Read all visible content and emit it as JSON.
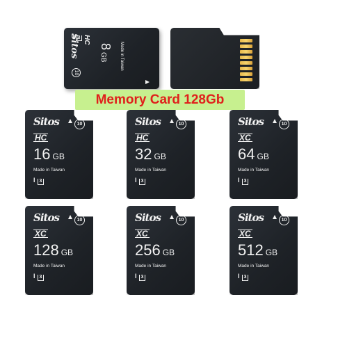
{
  "banner": {
    "text": "Memory Card 128Gb"
  },
  "colors": {
    "banner_bg": "#c7f08f",
    "banner_text": "#e0201b",
    "card_body": "#1f2328",
    "contacts": "#f2c55a"
  },
  "brand": "Sitos",
  "made_in": "Made in Taiwan",
  "class_mark": "10",
  "uhs_mark": "I",
  "uhs_grade": "3",
  "top_card": {
    "capacity": "8",
    "unit": "GB",
    "type": "HC"
  },
  "cards": [
    {
      "capacity": "16",
      "unit": "GB",
      "type": "HC"
    },
    {
      "capacity": "32",
      "unit": "GB",
      "type": "HC"
    },
    {
      "capacity": "64",
      "unit": "GB",
      "type": "XC"
    },
    {
      "capacity": "128",
      "unit": "GB",
      "type": "XC"
    },
    {
      "capacity": "256",
      "unit": "GB",
      "type": "XC"
    },
    {
      "capacity": "512",
      "unit": "GB",
      "type": "XC"
    }
  ]
}
